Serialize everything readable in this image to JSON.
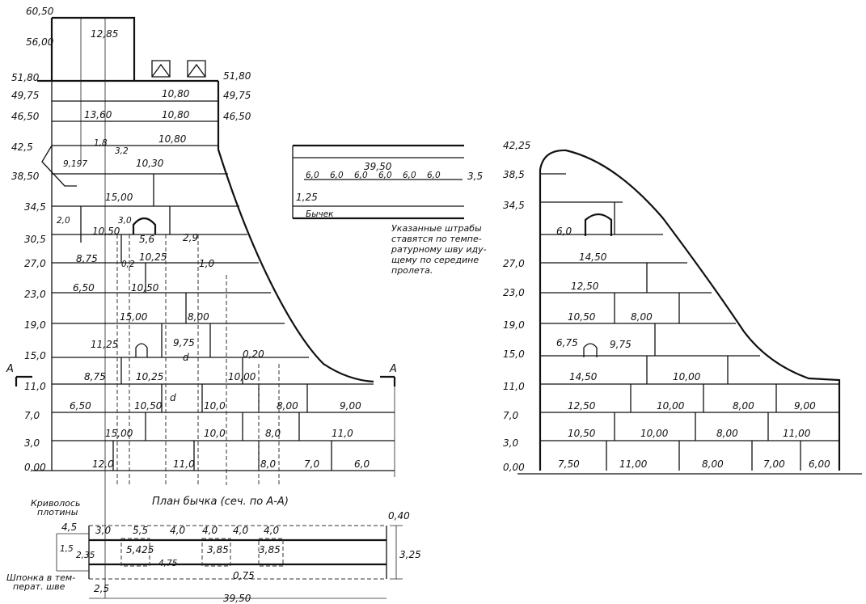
{
  "elevations_left": [
    "60,50",
    "56,00",
    "51,80",
    "49,75",
    "46,50",
    "42,5",
    "38,50",
    "34,5",
    "30,5",
    "27,0",
    "23,0",
    "19,0",
    "15,0",
    "11,0",
    "7,0",
    "3,0",
    "0,00"
  ],
  "elevations_right_of_tower": [
    "51,80",
    "49,75",
    "46,50"
  ],
  "elevations_profile2": [
    "42,25",
    "38,5",
    "34,5",
    "27,0",
    "23,0",
    "19,0",
    "15,0",
    "11,0",
    "7,0",
    "3,0",
    "0,00"
  ],
  "left_dims": {
    "top": "12,85",
    "r51a": "10,80",
    "r49": "13,60",
    "r49b": "10,80",
    "r46": "10,80",
    "r42a": "1,8",
    "r42b": "3,2",
    "r42c": "9,197",
    "r42d": "10,30",
    "r38": "15,00",
    "r34a": "2,0",
    "r34b": "3,0",
    "r34c": "10,50",
    "r34d": "5,6",
    "r34e": "2,9",
    "r30a": "8,75",
    "r30b": "0,2",
    "r30c": "10,25",
    "r30d": "1,0",
    "r27a": "6,50",
    "r27b": "10,50",
    "r23a": "15,00",
    "r23b": "8,00",
    "r19a": "11,25",
    "r19b": "9,75",
    "r19c": "d",
    "r15a": "0,20",
    "r15b": "8,75",
    "r15c": "10,25",
    "r15d": "10,00",
    "r11a": "6,50",
    "r11b": "10,50",
    "r11c": "d",
    "r11d": "10,0",
    "r11e": "8,00",
    "r11f": "9,00",
    "r7a": "15,00",
    "r7b": "10,0",
    "r7c": "8,0",
    "r7d": "11,0",
    "r3a": "12,0",
    "r3b": "11,0",
    "r3c": "8,0",
    "r3d": "7,0",
    "r3e": "6,0"
  },
  "section_letters": [
    "A",
    "A"
  ],
  "pier_detail": {
    "length": "39,50",
    "segments": [
      "6,0",
      "6,0",
      "6,0",
      "6,0",
      "6,0",
      "6,0"
    ],
    "right": "3,5",
    "width": "1,25",
    "pier_label": "Бычек",
    "note": "Указанные штрабы ставятся по темпе- ратурному шву иду- щему по середине пролета."
  },
  "right_dims": {
    "r34": "6,0",
    "r30": "14,50",
    "r27": "12,50",
    "r23a": "10,50",
    "r23b": "8,00",
    "r19a": "6,75",
    "r19b": "9,75",
    "r15a": "14,50",
    "r15b": "10,00",
    "r11a": "12,50",
    "r11b": "10,00",
    "r11c": "8,00",
    "r11d": "9,00",
    "r7a": "10,50",
    "r7b": "10,00",
    "r7c": "8,00",
    "r7d": "11,00",
    "r3a": "7,50",
    "r3b": "11,00",
    "r3c": "8,00",
    "r3d": "7,00",
    "r3e": "6,00"
  },
  "plan": {
    "title": "План бычка (сеч. по А-А)",
    "axis_label": "Криволось плотины",
    "key_label": "Шпонка в тем- перат. шве",
    "top_dims": [
      "4,5",
      "3,0",
      "5,5",
      "4,0",
      "4,0",
      "4,0",
      "4,0"
    ],
    "mid_dims": [
      "1,5",
      "2,35",
      "5,425",
      "4,75",
      "3,85",
      "3,85"
    ],
    "right_top": "0,40",
    "right_side": "3,25",
    "bottom_mid": "0,75",
    "bottom_left": "2,5",
    "length": "39,50"
  }
}
